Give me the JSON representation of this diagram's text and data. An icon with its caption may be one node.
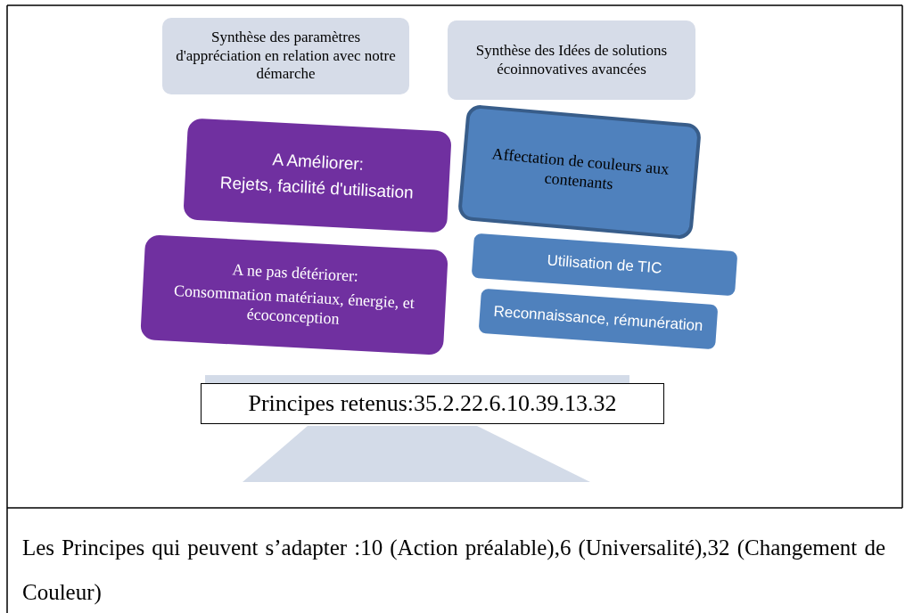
{
  "diagram": {
    "nodes": [
      {
        "text": [
          "Synthèse des paramètres d'appréciation en relation avec notre démarche"
        ]
      },
      {
        "text": [
          "Synthèse des Idées de solutions écoinnovatives avancées"
        ]
      },
      {
        "text": [
          "A Améliorer:",
          "Rejets, facilité d'utilisation"
        ]
      },
      {
        "text": [
          "Affectation de couleurs aux contenants"
        ]
      },
      {
        "text": [
          "A ne pas détériorer:",
          "Consommation  matériaux, énergie, et écoconception"
        ]
      },
      {
        "text": [
          "Utilisation de TIC"
        ]
      },
      {
        "text": [
          "Reconnaissance, rémunération"
        ]
      },
      {
        "text": [
          "Principes retenus:35.2.22.6.10.39.13.32"
        ]
      }
    ],
    "labels": [
      "Les  Principes  qui peuvent s’adapter :10 (Action préalable),6 (Universalité),32 (Changement de Couleur)"
    ]
  }
}
